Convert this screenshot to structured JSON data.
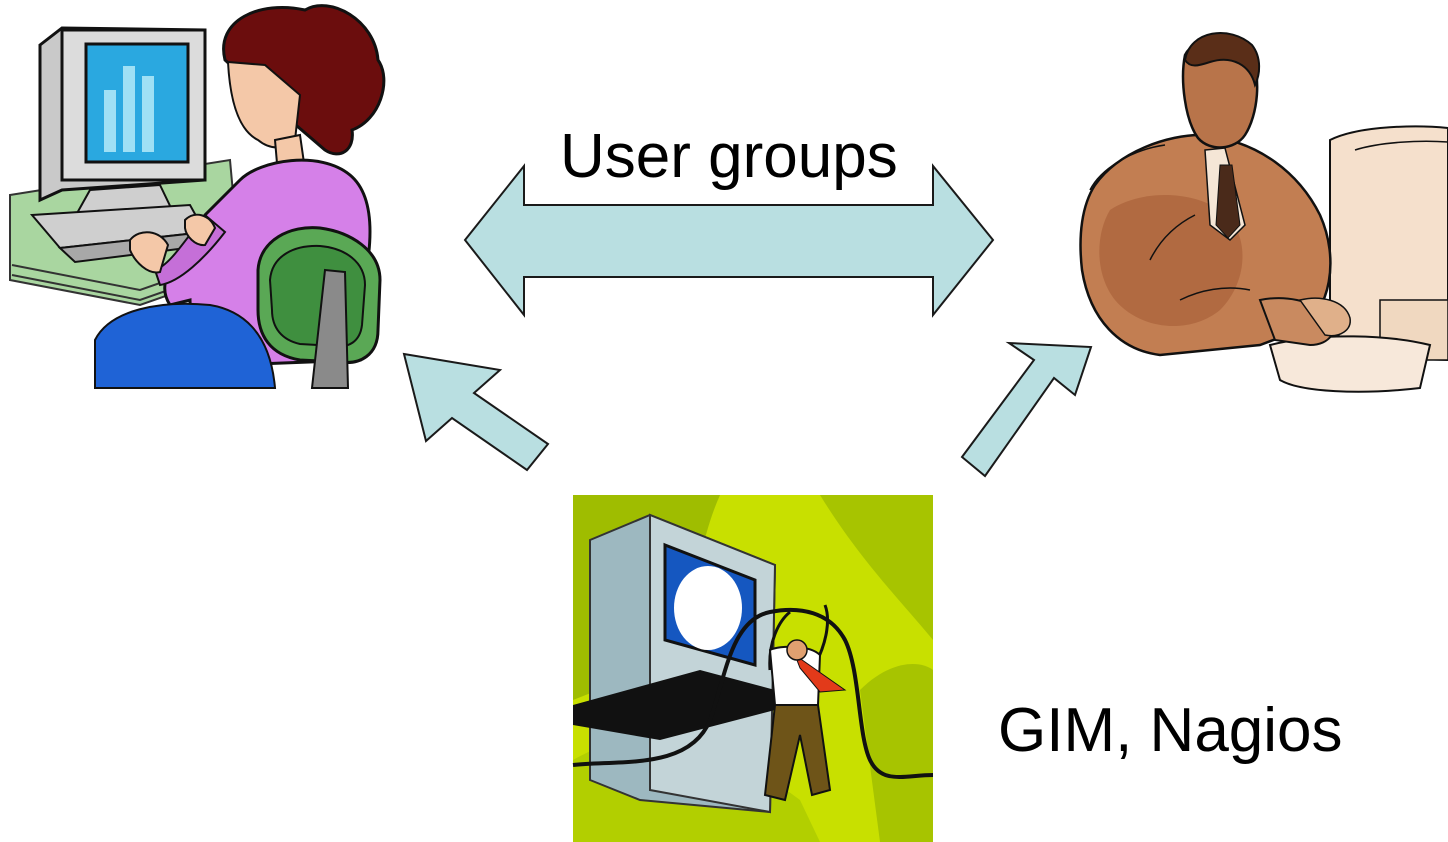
{
  "labels": {
    "user_groups": "User groups",
    "monitoring_tools": "GIM, Nagios"
  },
  "illustrations": [
    {
      "name": "woman-at-computer-icon",
      "role": "user"
    },
    {
      "name": "businessman-at-computer-icon",
      "role": "user"
    },
    {
      "name": "technician-with-server-icon",
      "role": "administrator"
    }
  ],
  "arrows": [
    {
      "name": "double-arrow-user-groups",
      "direction": "bidirectional",
      "from": "woman-at-computer-icon",
      "to": "businessman-at-computer-icon"
    },
    {
      "name": "arrow-to-left-user",
      "direction": "up-left",
      "from": "technician-with-server-icon",
      "to": "woman-at-computer-icon"
    },
    {
      "name": "arrow-to-right-user",
      "direction": "up-right",
      "from": "technician-with-server-icon",
      "to": "businessman-at-computer-icon"
    }
  ],
  "colors": {
    "arrow_fill": "#b9dfe1",
    "arrow_stroke": "#1a1a1a",
    "panel_green": "#c8e000",
    "monitor_blue": "#2aa8e0",
    "shirt_purple": "#d580e8",
    "hair_brown": "#6b0d0d",
    "suit_brown": "#b8744a"
  }
}
